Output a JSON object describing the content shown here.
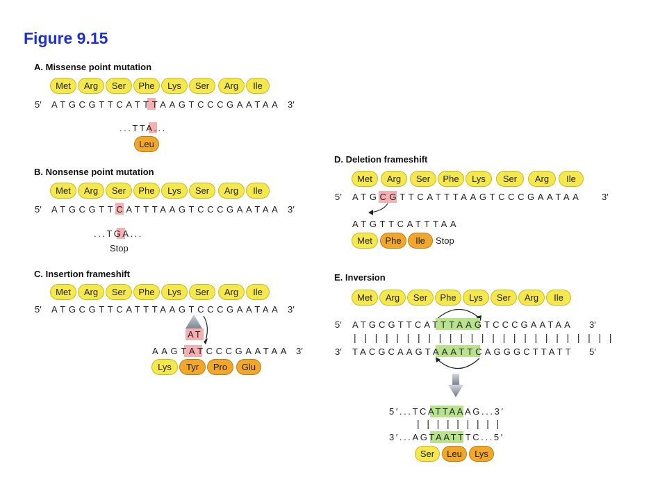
{
  "figure_title": "Figure 9.15",
  "panels": {
    "a": {
      "title": "A. Missense point mutation",
      "codons": [
        "Met",
        "Arg",
        "Ser",
        "Phe",
        "Lys",
        "Ser",
        "Arg",
        "Ile"
      ],
      "strand": "ATGCGTTCATTTAAGTCCCGAATAA",
      "mutant": "...TTA...",
      "result": "Leu"
    },
    "b": {
      "title": "B. Nonsense point mutation",
      "codons": [
        "Met",
        "Arg",
        "Ser",
        "Phe",
        "Lys",
        "Ser",
        "Arg",
        "Ile"
      ],
      "strand": "ATGCGTTCATTTAAGTCCCGAATAA",
      "mutant": "...TGA...",
      "result": "Stop"
    },
    "c": {
      "title": "C. Insertion frameshift",
      "codons": [
        "Met",
        "Arg",
        "Ser",
        "Phe",
        "Lys",
        "Ser",
        "Arg",
        "Ile"
      ],
      "strand": "ATGCGTTCATTTAAGTCCCGAATAA",
      "insert": "AT",
      "mutant": "AAGTATCCCGAATAA",
      "result_codons": [
        "Lys",
        "Tyr",
        "Pro",
        "Glu"
      ]
    },
    "d": {
      "title": "D. Deletion frameshift",
      "codons": [
        "Met",
        "Arg",
        "Ser",
        "Phe",
        "Lys",
        "Ser",
        "Arg",
        "Ile"
      ],
      "strand": "ATGCGTTCATTTAAGTCCCGAATAA",
      "mutant": "ATGTTCATTTAA",
      "result_codons": [
        "Met",
        "Phe",
        "Ile"
      ],
      "result_stop": "Stop"
    },
    "e": {
      "title": "E. Inversion",
      "codons": [
        "Met",
        "Arg",
        "Ser",
        "Phe",
        "Lys",
        "Ser",
        "Arg",
        "Ile"
      ],
      "top_strand": "ATGCGTTCATTTAAGTCCCGAATAA",
      "bottom_strand": "TACGCAAGTAAATTCAGGGCTTATT",
      "result_top": "5′...TCATTAAAG...3′",
      "result_bottom": "3′...AGTAATTTC...5′",
      "result_codons": [
        "Ser",
        "Leu",
        "Lys"
      ]
    }
  },
  "labels": {
    "five": "5′",
    "three": "3′"
  },
  "colors": {
    "title_blue": "#1f2fd6",
    "codon_yellow": "#f5e84e",
    "codon_orange": "#f0a72c",
    "mutation_red": "#f4b0b0",
    "inversion_green": "#b8e38c"
  }
}
